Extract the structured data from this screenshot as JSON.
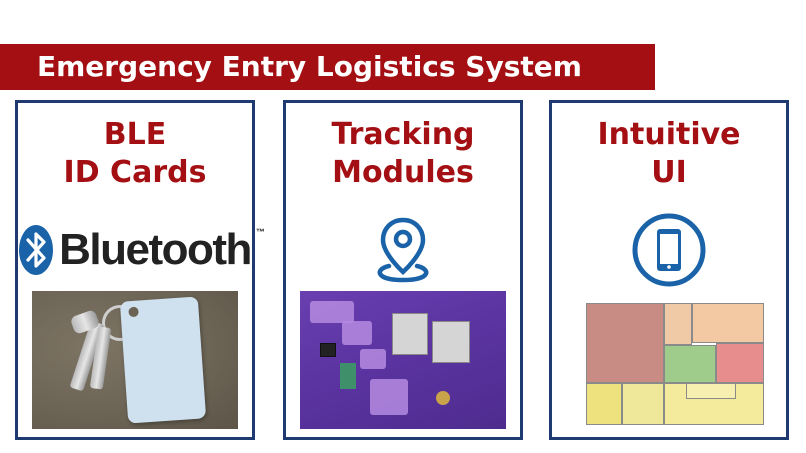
{
  "banner": {
    "title": "Emergency Entry Logistics System"
  },
  "cards": [
    {
      "title_lines": [
        "BLE",
        "ID Cards"
      ],
      "icon": "bluetooth-logo",
      "logo_text": "Bluetooth",
      "trademark": "™"
    },
    {
      "title_lines": [
        "Tracking",
        "Modules"
      ],
      "icon": "location-pin-icon"
    },
    {
      "title_lines": [
        "Intuitive",
        "UI"
      ],
      "icon": "smartphone-icon"
    }
  ],
  "colors": {
    "brand_red": "#a30f12",
    "border_navy": "#1f3a70",
    "icon_blue": "#1a63a8"
  }
}
